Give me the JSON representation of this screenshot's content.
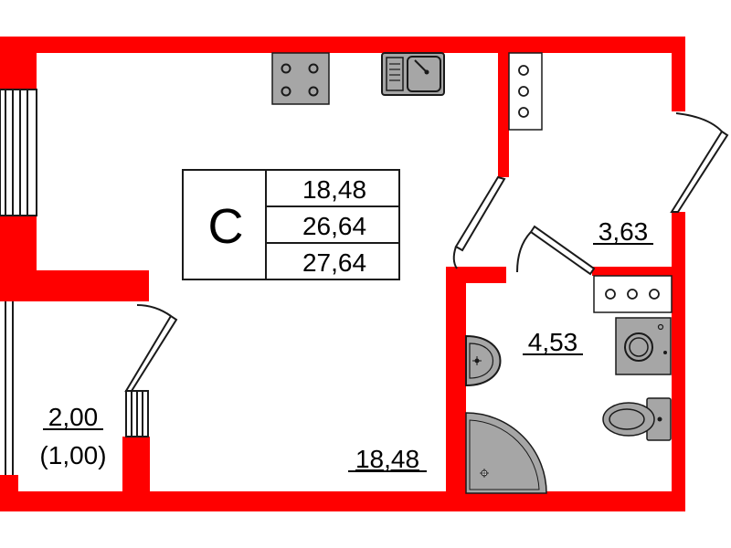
{
  "colors": {
    "wall": "#ff0000",
    "fixture_fill": "#a6a6a6",
    "fixture_stroke": "#1a1a1a",
    "door": "#1a1a1a"
  },
  "summary": {
    "type_letter": "С",
    "living_area": "18,48",
    "total_area": "26,64",
    "total_area_with_balcony": "27,64"
  },
  "rooms": {
    "main_room": "18,48",
    "hallway": "3,63",
    "bathroom": "4,53",
    "balcony": "2,00",
    "balcony_reduced": "(1,00)"
  },
  "icons": [
    "stove-icon",
    "kitchen-sink-icon",
    "washbasin-icon",
    "shower-tray-icon",
    "washing-machine-icon",
    "toilet-icon",
    "radiator-icon"
  ]
}
